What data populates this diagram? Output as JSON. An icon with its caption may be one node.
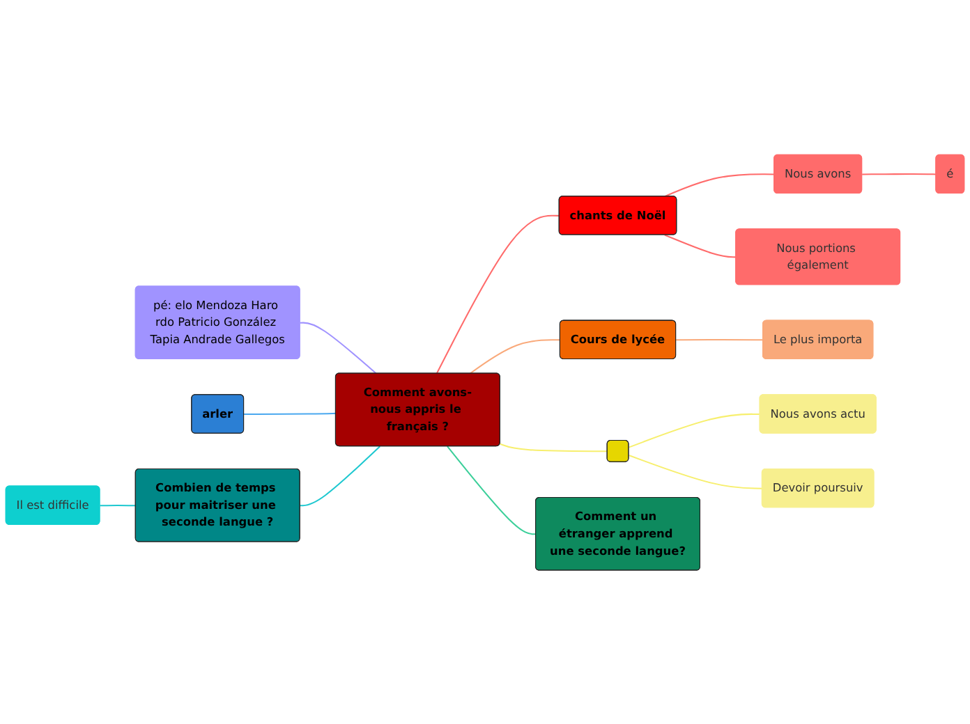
{
  "diagram": {
    "nodes": [
      {
        "text": [
          "Comment avons-nous appris le français ?"
        ]
      },
      {
        "text": [
          "chants de Noël"
        ]
      },
      {
        "text": [
          "Nous avons"
        ]
      },
      {
        "text": [
          "é"
        ]
      },
      {
        "text": [
          "Nous portions également"
        ]
      },
      {
        "text": [
          "Cours de lycée"
        ]
      },
      {
        "text": [
          "Le plus importa"
        ]
      },
      {
        "text": [],
        "shape": "box"
      },
      {
        "text": [
          "Nous avons actu"
        ]
      },
      {
        "text": [
          "Devoir poursuiv"
        ]
      },
      {
        "text": [
          "Comment un étranger apprend une seconde langue?"
        ]
      },
      {
        "text": [
          "Combien de temps pour maitriser une seconde langue ?"
        ]
      },
      {
        "text": [
          "Il est difficile"
        ]
      },
      {
        "text": [
          "arler"
        ]
      },
      {
        "text": [
          "pé: elo Mendoza Haro rdo Patricio González Tapia Andrade Gallegos"
        ]
      }
    ],
    "edges": [
      {
        "from": 14,
        "to": 0,
        "arrow": "none",
        "color": "#a093ff"
      },
      {
        "from": 13,
        "to": 0,
        "arrow": "none",
        "color": "#4aa8ef"
      },
      {
        "from": 12,
        "to": 11,
        "arrow": "none",
        "color": "#1ec8d0"
      },
      {
        "from": 11,
        "to": 0,
        "arrow": "none",
        "color": "#1ec8d0"
      },
      {
        "from": 0,
        "to": 1,
        "arrow": "none",
        "color": "#ff6b6b"
      },
      {
        "from": 1,
        "to": 2,
        "arrow": "none",
        "color": "#ff6b6b"
      },
      {
        "from": 2,
        "to": 3,
        "arrow": "none",
        "color": "#ff6b6b"
      },
      {
        "from": 1,
        "to": 4,
        "arrow": "none",
        "color": "#ff6b6b"
      },
      {
        "from": 0,
        "to": 5,
        "arrow": "none",
        "color": "#f9a97a"
      },
      {
        "from": 5,
        "to": 6,
        "arrow": "none",
        "color": "#f9a97a"
      },
      {
        "from": 0,
        "to": 7,
        "arrow": "none",
        "color": "#f7ef6e"
      },
      {
        "from": 7,
        "to": 8,
        "arrow": "none",
        "color": "#f7ef6e"
      },
      {
        "from": 7,
        "to": 9,
        "arrow": "none",
        "color": "#f7ef6e"
      },
      {
        "from": 0,
        "to": 10,
        "arrow": "none",
        "color": "#3ccf9a"
      }
    ]
  }
}
